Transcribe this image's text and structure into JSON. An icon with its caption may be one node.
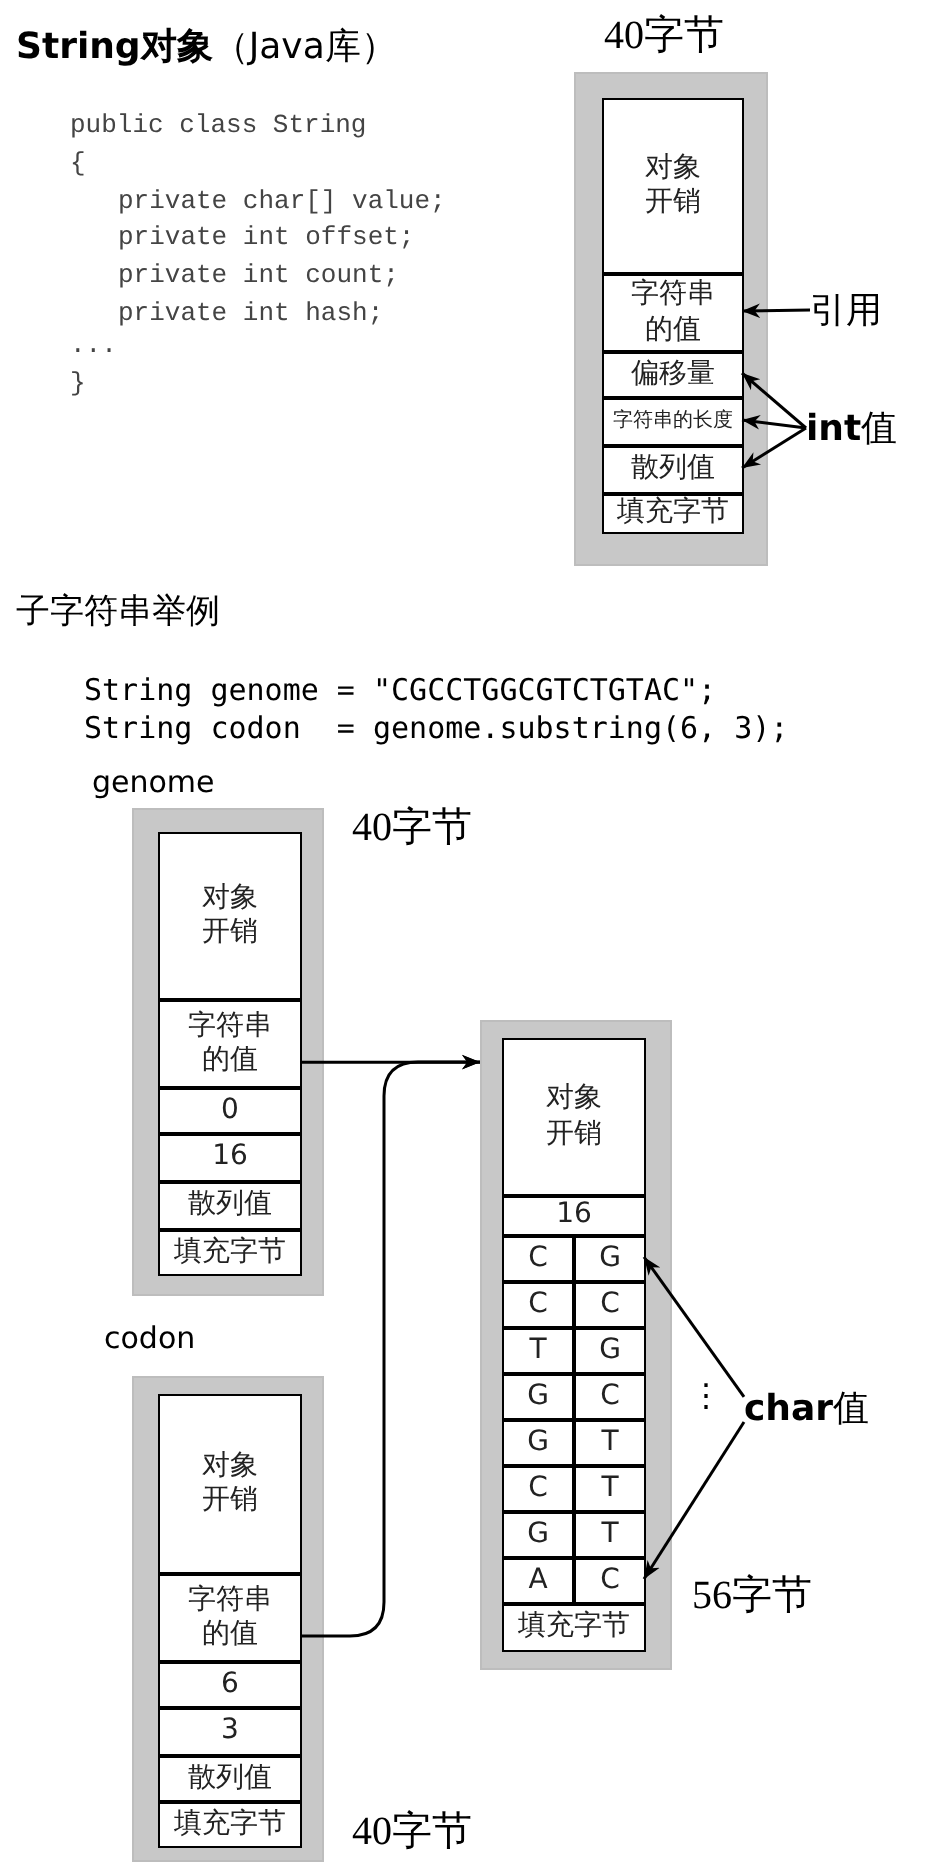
{
  "diagram": {
    "title": "**String对象**（Java库）",
    "nodes": [
      {
        "text": [],
        "shape": "box",
        "beside": [
          "40字节"
        ]
      },
      {
        "text": [
          "对象开销"
        ],
        "in": 0
      },
      {
        "text": [
          "字符串的值"
        ],
        "in": 0
      },
      {
        "text": [
          "偏移量"
        ],
        "in": 0
      },
      {
        "text": [
          "字符串的长度"
        ],
        "in": 0
      },
      {
        "text": [
          "散列值"
        ],
        "in": 0
      },
      {
        "text": [
          "填充字节"
        ],
        "in": 0
      },
      {
        "text": [
          "引用"
        ]
      },
      {
        "text": [
          "**int**值"
        ]
      },
      {
        "text": [],
        "shape": "box",
        "beside": [
          "genome",
          "40字节"
        ]
      },
      {
        "text": [
          "对象开销"
        ],
        "in": 9
      },
      {
        "text": [
          "字符串的值"
        ],
        "in": 9
      },
      {
        "text": [
          "0"
        ],
        "in": 9
      },
      {
        "text": [
          "16"
        ],
        "in": 9
      },
      {
        "text": [
          "散列值"
        ],
        "in": 9
      },
      {
        "text": [
          "填充字节"
        ],
        "in": 9
      },
      {
        "text": [],
        "shape": "box",
        "beside": [
          "codon",
          "40字节"
        ]
      },
      {
        "text": [
          "对象开销"
        ],
        "in": 16
      },
      {
        "text": [
          "字符串的值"
        ],
        "in": 16
      },
      {
        "text": [
          "6"
        ],
        "in": 16
      },
      {
        "text": [
          "3"
        ],
        "in": 16
      },
      {
        "text": [
          "散列值"
        ],
        "in": 16
      },
      {
        "text": [
          "填充字节"
        ],
        "in": 16
      },
      {
        "text": [],
        "shape": "box",
        "beside": [
          "56字节"
        ]
      },
      {
        "text": [
          "对象开销"
        ],
        "in": 23
      },
      {
        "text": [
          "16"
        ],
        "in": 23
      },
      {
        "text": [
          "C"
        ],
        "in": 23
      },
      {
        "text": [
          "G"
        ],
        "in": 23
      },
      {
        "text": [
          "C"
        ],
        "in": 23
      },
      {
        "text": [
          "C"
        ],
        "in": 23
      },
      {
        "text": [
          "T"
        ],
        "in": 23
      },
      {
        "text": [
          "G"
        ],
        "in": 23
      },
      {
        "text": [
          "G"
        ],
        "in": 23
      },
      {
        "text": [
          "C"
        ],
        "in": 23
      },
      {
        "text": [
          "G"
        ],
        "in": 23
      },
      {
        "text": [
          "T"
        ],
        "in": 23
      },
      {
        "text": [
          "C"
        ],
        "in": 23
      },
      {
        "text": [
          "T"
        ],
        "in": 23
      },
      {
        "text": [
          "G"
        ],
        "in": 23
      },
      {
        "text": [
          "T"
        ],
        "in": 23
      },
      {
        "text": [
          "A"
        ],
        "in": 23
      },
      {
        "text": [
          "C"
        ],
        "in": 23
      },
      {
        "text": [
          "填充字节"
        ],
        "in": 23
      },
      {
        "text": [
          "**char**值"
        ]
      }
    ],
    "edges": [
      {
        "from": 7,
        "to": 2,
        "arrow": "to"
      },
      {
        "from": 8,
        "to": 3,
        "arrow": "to"
      },
      {
        "from": 8,
        "to": 4,
        "arrow": "to"
      },
      {
        "from": 8,
        "to": 5,
        "arrow": "to"
      },
      {
        "from": 11,
        "to": 23,
        "arrow": "to"
      },
      {
        "from": 18,
        "to": 23,
        "arrow": "to"
      },
      {
        "from": 43,
        "to": 27,
        "arrow": "to"
      },
      {
        "from": 43,
        "to": 41,
        "arrow": "to"
      }
    ],
    "labels": [
      "public class String",
      "{",
      "private char[] value;",
      "private int offset;",
      "private int count;",
      "private int hash;",
      "...",
      "}",
      "子字符串举例",
      "String genome = \"CGCCTGGCGTCTGTAC\";",
      "String codon  = genome.substring(6, 3);",
      "⋮"
    ]
  }
}
